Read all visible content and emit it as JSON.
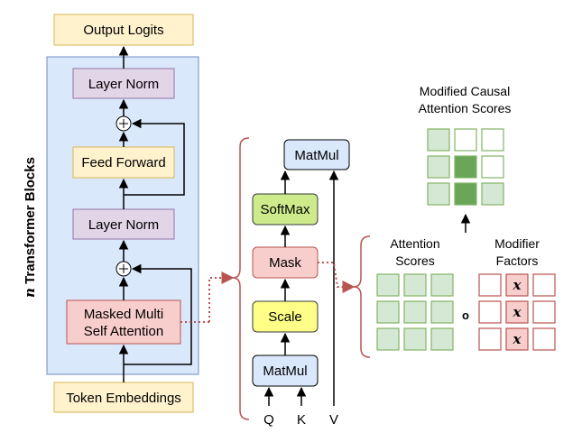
{
  "left": {
    "output_logits": "Output Logits",
    "layer_norm_top": "Layer Norm",
    "feed_forward": "Feed Forward",
    "layer_norm_bottom": "Layer Norm",
    "attention_line1": "Masked Multi",
    "attention_line2": "Self Attention",
    "token_embeddings": "Token Embeddings",
    "blocks_label_n": "n",
    "blocks_label_text": " Transformer Blocks"
  },
  "middle": {
    "matmul_top": "MatMul",
    "softmax": "SoftMax",
    "mask": "Mask",
    "scale": "Scale",
    "matmul_bottom": "MatMul",
    "input_q": "Q",
    "input_k": "K",
    "input_v": "V"
  },
  "right": {
    "modified_line1": "Modified Causal",
    "modified_line2": "Attention Scores",
    "attention_line1": "Attention",
    "attention_line2": "Scores",
    "modifier_line1": "Modifier",
    "modifier_line2": "Factors",
    "operator": "o",
    "modifier_mark": "x"
  },
  "colors": {
    "block_bg": "#dae8fc",
    "block_border": "#6c8ebf",
    "yellow_fill": "#fff2cc",
    "yellow_border": "#d6b656",
    "purple_fill": "#e1d5e7",
    "purple_border": "#9673a6",
    "red_fill": "#f8cecc",
    "red_border": "#b85450",
    "green_fill": "#d5e8d4",
    "green_border": "#82b366",
    "lime_fill": "#cdeb8b",
    "lime_border": "#36393d",
    "bright_yellow": "#ffff88",
    "dark_green": "#6aa657"
  }
}
